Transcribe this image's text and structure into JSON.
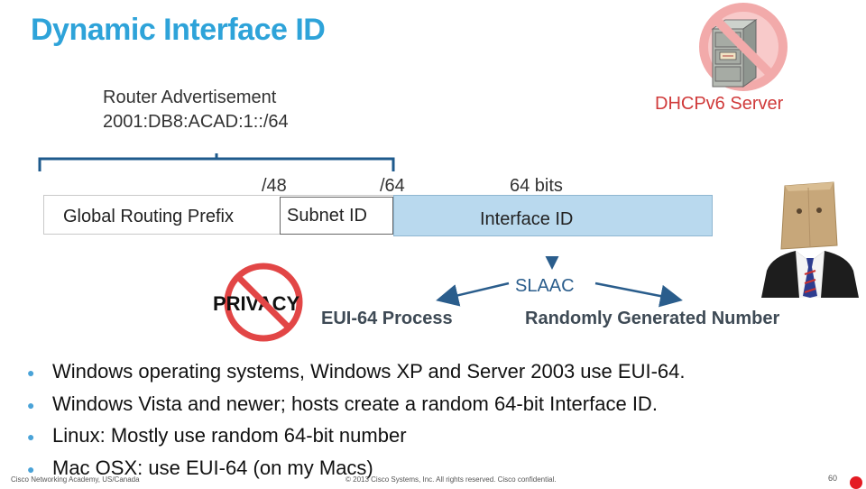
{
  "title": "Dynamic Interface ID",
  "router_advertisement": {
    "line1": "Router Advertisement",
    "line2": "2001:DB8:ACAD:1::/64"
  },
  "dhcp_label": "DHCPv6 Server",
  "prefix_lengths": {
    "p48": "/48",
    "p64": "/64",
    "bits64": "64 bits"
  },
  "address_fields": {
    "global_routing_prefix": "Global Routing Prefix",
    "subnet_id": "Subnet ID",
    "interface_id": "Interface ID"
  },
  "methods": {
    "slaac": "SLAAC",
    "eui64": "EUI-64 Process",
    "random": "Randomly Generated Number"
  },
  "privacy_sign_text": "PRIVACY",
  "bullets": [
    "Windows operating systems, Windows XP and Server 2003 use EUI-64.",
    "Windows Vista and newer; hosts create a random 64-bit Interface ID.",
    "Linux: Mostly use random 64-bit number",
    "Mac OSX: use EUI-64 (on my Macs)"
  ],
  "footer": {
    "left": "Cisco Networking Academy, US/Canada",
    "center": "© 2013 Cisco Systems, Inc. All rights reserved. Cisco confidential.",
    "page": "60"
  },
  "colors": {
    "title": "#2ea3d9",
    "dhcp": "#d03a3a",
    "interface_id_fill": "#b9d9ee",
    "no_sign": "#e24646",
    "accent_dot": "#e41b23"
  }
}
